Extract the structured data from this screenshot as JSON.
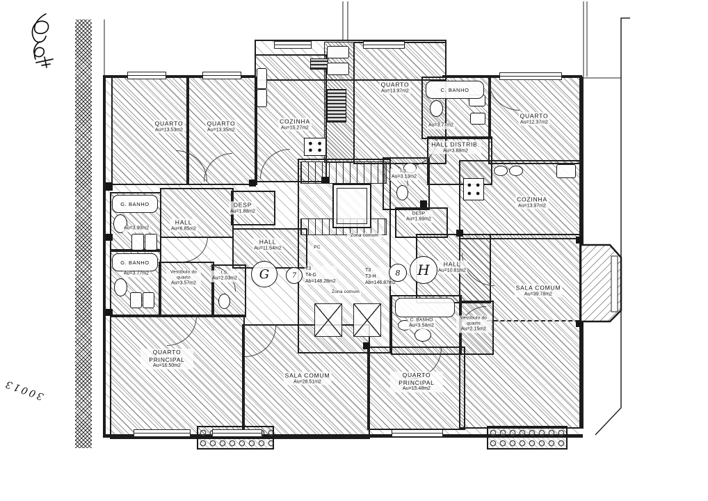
{
  "page": {
    "handwritten_number": "30013"
  },
  "units": {
    "g": {
      "badge_letter": "G",
      "badge_number": "7",
      "type_alt": "T3",
      "type": "T4-G",
      "gross_area": "Ab=148.28m2"
    },
    "h": {
      "badge_letter": "H",
      "badge_number": "8",
      "type_alt": "T3",
      "type": "T3-H",
      "gross_area": "Ab=146.87m2"
    }
  },
  "common": {
    "zona_comum_upper": "Zona comum",
    "zona_comum_lower": "Zona comum",
    "pc": "PC"
  },
  "rooms": {
    "g_quarto_1": {
      "label": "QUARTO",
      "area": "Au=13.53m2"
    },
    "g_quarto_2": {
      "label": "QUARTO",
      "area": "Au=13.35m2"
    },
    "g_cozinha": {
      "label": "COZINHA",
      "area": "Au=15.27m2"
    },
    "g_banho_1": {
      "label": "G. BANHO",
      "area": "Au=3.90m2"
    },
    "g_hall_upper": {
      "label": "HALL",
      "area": "Au=6.85m2"
    },
    "g_desp": {
      "label": "DESP",
      "area": "Au=1.88m2"
    },
    "g_banho_2": {
      "label": "G. BANHO",
      "area": "Au=3.77m2"
    },
    "g_vestibulo": {
      "label": "Vestíbulo do quarto",
      "area": "Au=3.57m2"
    },
    "g_is": {
      "label": "I.S.",
      "area": "Au=2.03m2"
    },
    "g_hall_lower": {
      "label": "HALL",
      "area": "Au=11.54m2"
    },
    "g_quarto_principal": {
      "label": "QUARTO PRINCIPAL",
      "area": "Au=16.50m2"
    },
    "g_sala_comum": {
      "label": "SALA COMUM",
      "area": "Au=28.51m2"
    },
    "h_quarto_top": {
      "label": "QUARTO",
      "area": "Au=13.97m2"
    },
    "h_c_banho": {
      "label": "C. BANHO",
      "area": "Au=3.77m2"
    },
    "h_quarto_right": {
      "label": "QUARTO",
      "area": "Au=12.37m2"
    },
    "h_hall_distrib": {
      "label": "HALL DISTRIB.",
      "area": "Au=3.88m2"
    },
    "h_is": {
      "label": "I.S.",
      "area": "Au=3.13m2"
    },
    "h_desp": {
      "label": "DESP",
      "area": "Au=1.69m2"
    },
    "h_cozinha": {
      "label": "COZINHA",
      "area": "Au=13.97m2"
    },
    "h_hall": {
      "label": "HALL",
      "area": "Au=10.81m2"
    },
    "h_sala_comum": {
      "label": "SALA COMUM",
      "area": "Au=39.78m2"
    },
    "h_banho": {
      "label": "C. BANHO",
      "area": "Au=3.54m2"
    },
    "h_vestibulo": {
      "label": "Vestíbulo do quarto",
      "area": "Au=2.15m2"
    },
    "h_quarto_principal": {
      "label": "QUARTO PRINCIPAL",
      "area": "Au=15.48m2"
    }
  }
}
